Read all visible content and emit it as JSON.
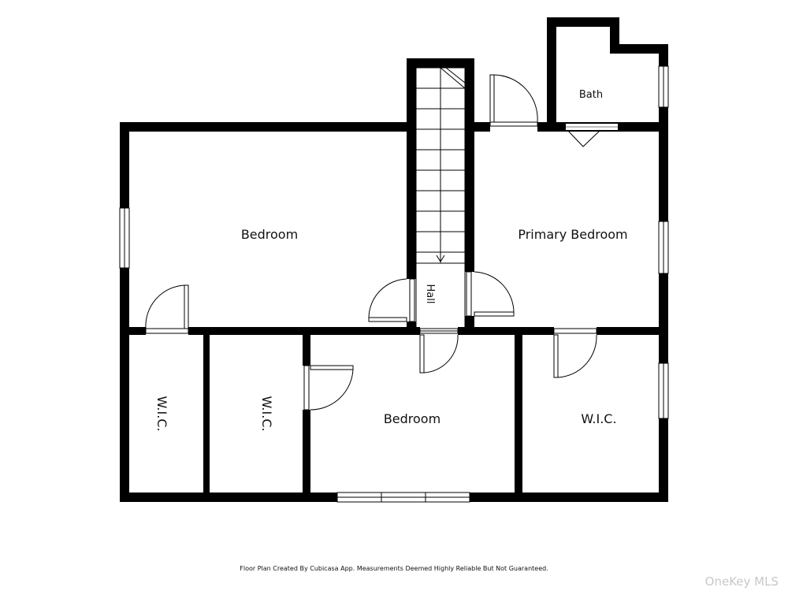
{
  "rooms": {
    "bedroom_left": "Bedroom",
    "primary_bedroom": "Primary Bedroom",
    "bath": "Bath",
    "hall": "Hall",
    "bedroom_bottom": "Bedroom",
    "wic_1": "W.I.C.",
    "wic_2": "W.I.C.",
    "wic_3": "W.I.C."
  },
  "footer": {
    "note": "Floor Plan Created By Cubicasa App. Measurements Deemed Highly Reliable But Not Guaranteed.",
    "watermark": "OneKey MLS"
  },
  "colors": {
    "wall": "#000000",
    "background": "#ffffff",
    "watermark": "#c8c8c8"
  }
}
